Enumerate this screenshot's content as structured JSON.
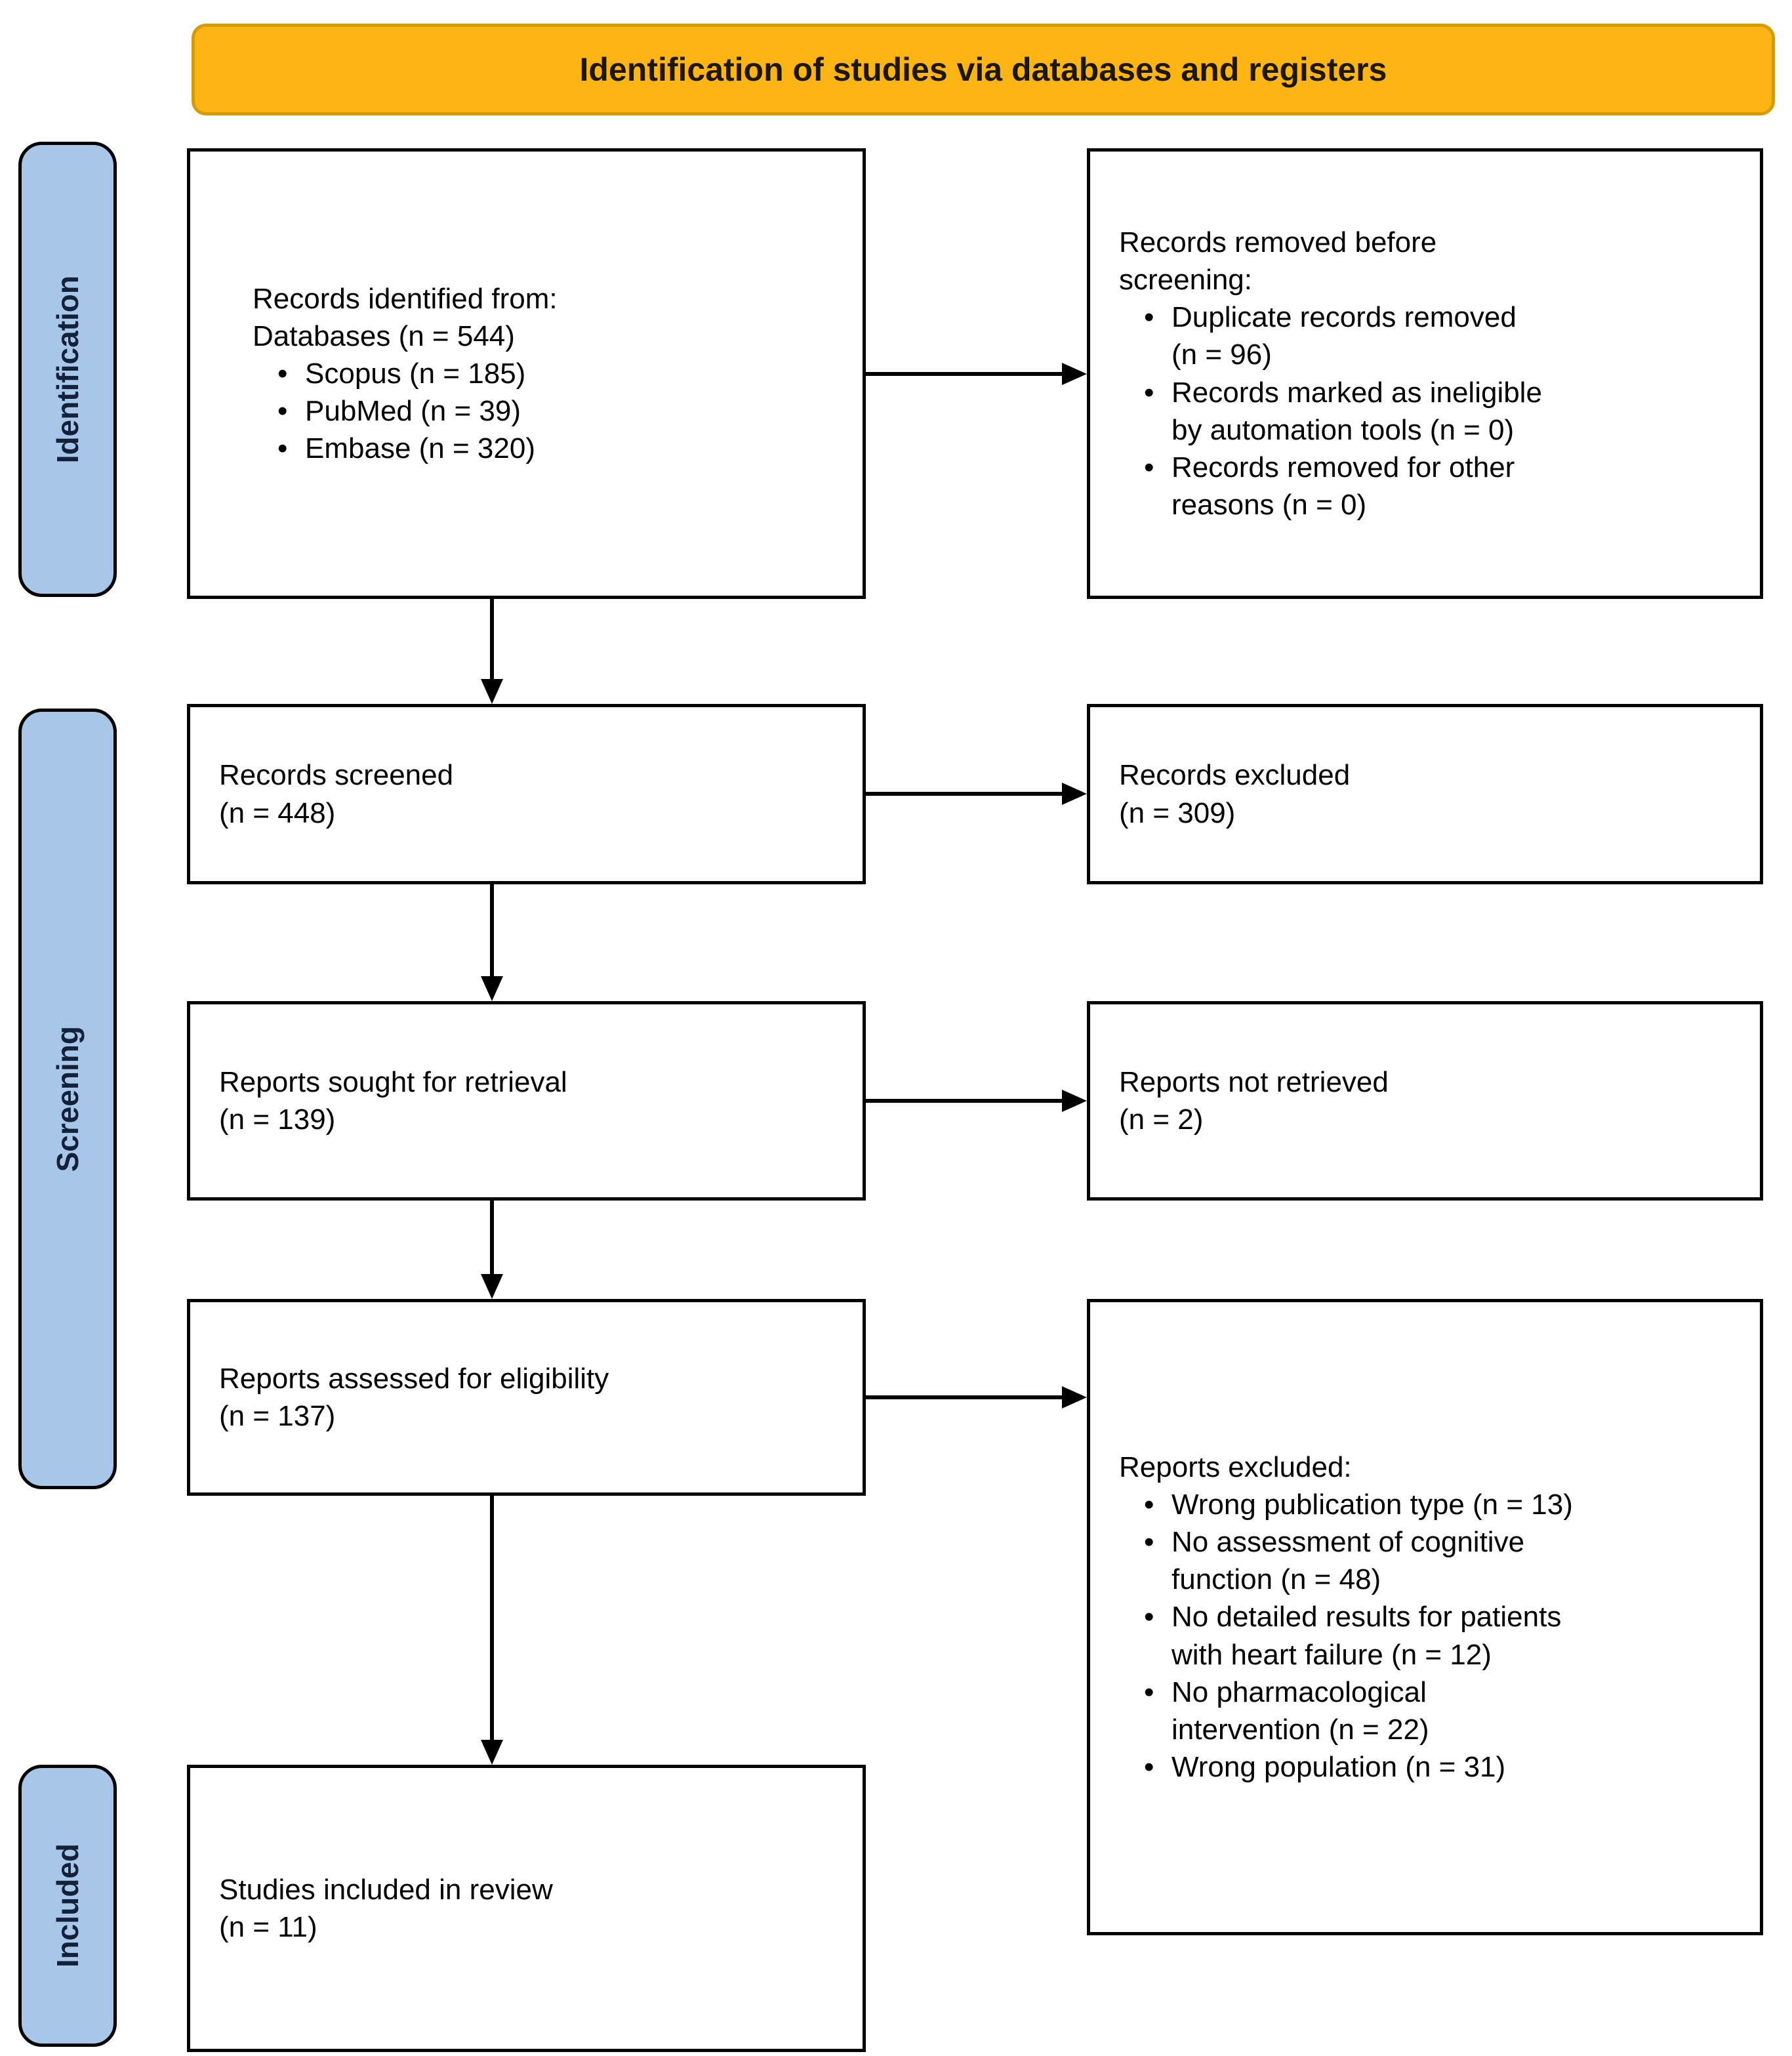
{
  "title": "Identification of studies via databases and registers",
  "sidebar": {
    "identification": "Identification",
    "screening": "Screening",
    "included": "Included"
  },
  "boxes": {
    "records_identified": {
      "lines": [
        "Records identified from:",
        "Databases (n = 544)"
      ],
      "bullets": [
        "Scopus (n = 185)",
        "PubMed (n = 39)",
        "Embase (n = 320)"
      ]
    },
    "records_removed": {
      "heading": "Records removed before\nscreening:",
      "bullets": [
        "Duplicate records removed\n(n = 96)",
        "Records marked as ineligible\nby automation tools (n = 0)",
        "Records removed for other\nreasons (n = 0)"
      ]
    },
    "records_screened": {
      "lines": [
        "Records screened",
        "(n = 448)"
      ]
    },
    "records_excluded": {
      "lines": [
        "Records excluded",
        "(n = 309)"
      ]
    },
    "reports_sought": {
      "lines": [
        "Reports sought for retrieval",
        "(n = 139)"
      ]
    },
    "reports_not_retrieved": {
      "lines": [
        "Reports not retrieved",
        "(n = 2)"
      ]
    },
    "reports_assessed": {
      "lines": [
        "Reports assessed for eligibility",
        "(n = 137)"
      ]
    },
    "reports_excluded": {
      "heading": "Reports excluded:",
      "bullets": [
        "Wrong publication type (n = 13)",
        "No assessment of cognitive\nfunction (n = 48)",
        "No detailed results for patients\nwith heart failure (n = 12)",
        "No pharmacological\nintervention (n = 22)",
        "Wrong population (n = 31)"
      ]
    },
    "studies_included": {
      "lines": [
        "Studies included in review",
        "(n = 11)"
      ]
    }
  },
  "colors": {
    "page_bg": "#FFFFFF",
    "banner_bg": "#FCB514",
    "banner_border": "#D79B00",
    "banner_text": "#1F1800",
    "sidebar_bg": "#A8C6E8",
    "sidebar_text": "#13223A",
    "box_border": "#000000",
    "box_text": "#000000",
    "arrow": "#000000"
  }
}
